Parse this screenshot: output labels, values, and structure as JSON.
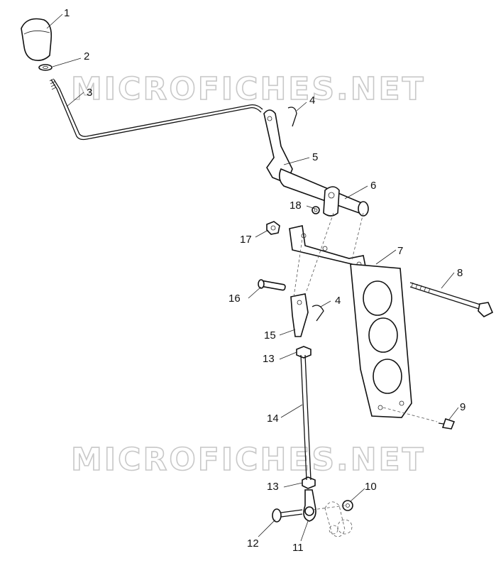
{
  "watermark": {
    "text_top": "MICROFICHES.NET",
    "text_bottom": "MICROFICHES.NET",
    "color": "#c8c8c8"
  },
  "callouts": {
    "c1": "1",
    "c2": "2",
    "c3": "3",
    "c4a": "4",
    "c5": "5",
    "c6": "6",
    "c7": "7",
    "c8": "8",
    "c9": "9",
    "c10": "10",
    "c11": "11",
    "c12": "12",
    "c13a": "13",
    "c13b": "13",
    "c14": "14",
    "c15": "15",
    "c16": "16",
    "c17": "17",
    "c18": "18",
    "c4b": "4"
  }
}
